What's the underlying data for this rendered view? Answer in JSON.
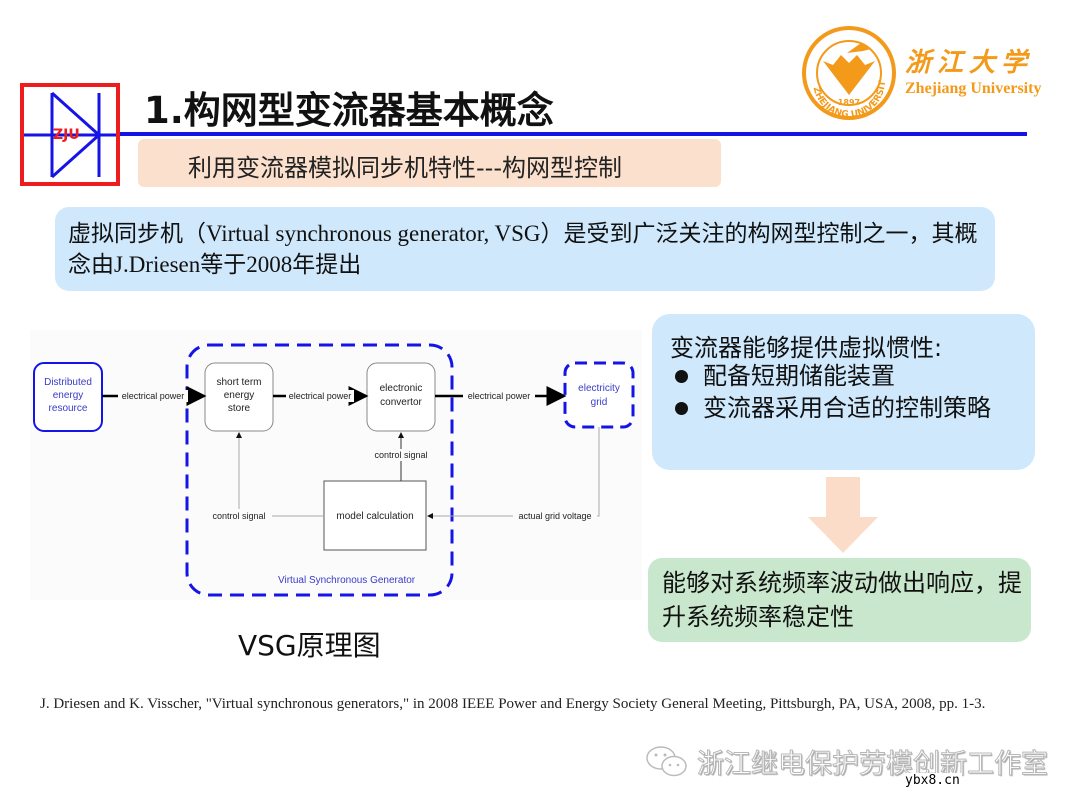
{
  "slide": {
    "title": "1.构网型变流器基本概念",
    "subtitle": "利用变流器模拟同步机特性---构网型控制",
    "logo": {
      "text": "ZJU",
      "border_color": "#ee1c1c",
      "line_color": "#1414e6"
    },
    "university": {
      "name_cn": "浙江大学",
      "name_en": "Zhejiang University",
      "emblem_text": "ZHEJIANG UNIVERSITY",
      "emblem_year": "1897",
      "color": "#f39a1a"
    },
    "intro": "虚拟同步机（Virtual synchronous generator, VSG）是受到广泛关注的构网型控制之一，其概念由J.Driesen等于2008年提出",
    "diagram": {
      "caption": "VSG原理图",
      "nodes": {
        "der": [
          "Distributed",
          "energy",
          "resource"
        ],
        "store": [
          "short term",
          "energy",
          "store"
        ],
        "convertor": [
          "electronic",
          "convertor"
        ],
        "grid": [
          "electricity",
          "grid"
        ],
        "model": "model calculation"
      },
      "edges": {
        "power1": "electrical power",
        "power2": "electrical power",
        "power3": "electrical power",
        "control_left": "control signal",
        "control_right": "control signal",
        "grid_voltage": "actual grid voltage"
      },
      "container_label": "Virtual Synchronous Generator"
    },
    "feature": {
      "heading": "变流器能够提供虚拟惯性:",
      "items": [
        "配备短期储能装置",
        "变流器采用合适的控制策略"
      ]
    },
    "result": "能够对系统频率波动做出响应，提升系统频率稳定性",
    "reference": "J. Driesen and K. Visscher, \"Virtual synchronous generators,\" in 2008 IEEE Power and Energy Society General Meeting, Pittsburgh, PA, USA, 2008, pp. 1-3.",
    "watermark": "浙江继电保护劳模创新工作室",
    "site_tag": "ybx8.cn",
    "colors": {
      "accent_blue": "#1414e6",
      "subtitle_bg": "#fbe0cd",
      "info_bg": "#cfe8fc",
      "result_bg": "#c9e7cc",
      "arrow": "#fbdcc8"
    }
  }
}
